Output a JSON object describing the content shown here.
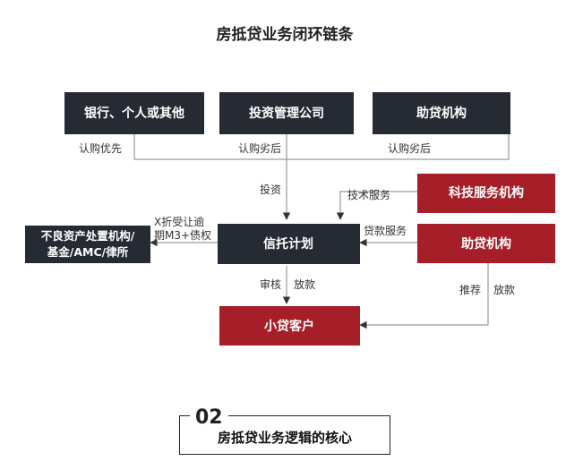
{
  "title": "房抵贷业务闭环链条",
  "boxes": {
    "bank": "银行、个人或其他",
    "invest_company": "投资管理公司",
    "loan_agency_top": "助贷机构",
    "tech_service": "科技服务机构",
    "trust_plan": "信托计划",
    "loan_agency": "助贷机构",
    "disposal": "不良资产处置机构/基金/AMC/律所",
    "disposal_line1": "不良资产处置机构/",
    "disposal_line2": "基金/AMC/律所",
    "client": "小贷客户"
  },
  "labels": {
    "priority_sub": "认购优先",
    "inferior_sub_1": "认购劣后",
    "inferior_sub_2": "认购劣后",
    "invest": "投资",
    "tech_service_flow": "技术服务",
    "discount_transfer_1": "X折受让逾",
    "discount_transfer_2": "期M3+债权",
    "loan_service": "贷款服务",
    "review": "审核",
    "lend_1": "放款",
    "recommend": "推荐",
    "lend_2": "放款"
  },
  "footer": {
    "number": "02",
    "text": "房抵贷业务逻辑的核心"
  },
  "colors": {
    "dark_box": "#262a33",
    "red_box": "#a61e27",
    "connector": "#9a9a9a"
  }
}
